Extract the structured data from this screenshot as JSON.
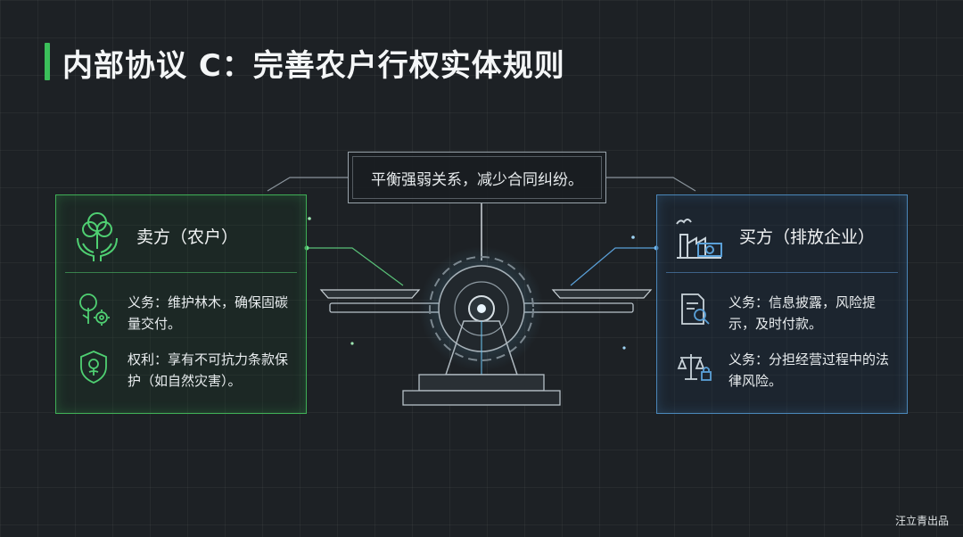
{
  "title": "内部协议 C：完善农户行权实体规则",
  "center_text": "平衡强弱关系，减少合同纠纷。",
  "seller": {
    "label": "卖方（农户）",
    "items": [
      {
        "icon": "tree-gear-icon",
        "text": "义务：维护林木，确保固碳量交付。"
      },
      {
        "icon": "shield-plant-icon",
        "text": "权利：享有不可抗力条款保护（如自然灾害）。"
      }
    ]
  },
  "buyer": {
    "label": "买方（排放企业）",
    "items": [
      {
        "icon": "document-search-icon",
        "text": "义务：信息披露，风险提示，及时付款。"
      },
      {
        "icon": "scale-lock-icon",
        "text": "义务：分担经营过程中的法律风险。"
      }
    ]
  },
  "watermark": "汪立青出品",
  "colors": {
    "green_accent": "#3bbf5a",
    "blue_accent": "#4a86b8",
    "background": "#1d2125"
  }
}
